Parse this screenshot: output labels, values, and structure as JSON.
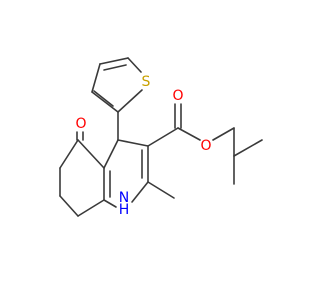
{
  "molecule": {
    "atoms": {
      "oxygen_ketone": "O",
      "sulfur": "S",
      "oxygen_carbonyl": "O",
      "oxygen_ester": "O",
      "nitrogen": "N",
      "hydrogen_nh": "H"
    },
    "colors": {
      "bond": "#3a3a3a",
      "oxygen": "#ff0000",
      "sulfur": "#c8a000",
      "nitrogen": "#0000ff",
      "background": "#ffffff"
    }
  }
}
